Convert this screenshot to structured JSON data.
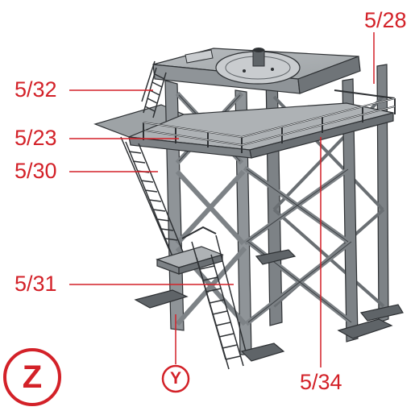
{
  "callouts": [
    {
      "id": "5-28",
      "label": "5/28"
    },
    {
      "id": "5-32",
      "label": "5/32"
    },
    {
      "id": "5-23",
      "label": "5/23"
    },
    {
      "id": "5-30",
      "label": "5/30"
    },
    {
      "id": "5-31",
      "label": "5/31"
    },
    {
      "id": "5-34",
      "label": "5/34"
    }
  ],
  "badges": {
    "view": "Z",
    "reference": "Y"
  },
  "colors": {
    "accent": "#d32128",
    "steel": "#8f9498",
    "steel_dark": "#5f6468",
    "steel_light": "#c9cccf",
    "railing": "#e6e8ea",
    "outline": "#2e3134"
  }
}
